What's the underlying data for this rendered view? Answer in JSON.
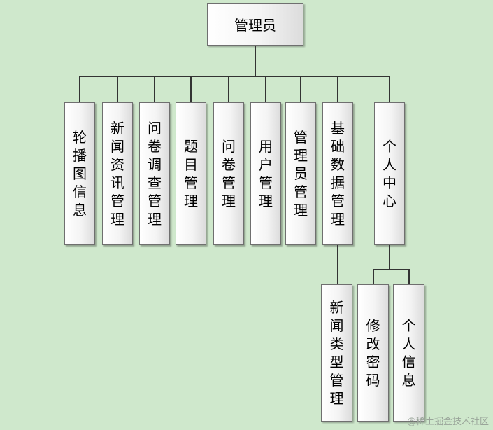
{
  "root": {
    "label": "管理员"
  },
  "modules": [
    {
      "id": "carousel",
      "label": "轮播图信息"
    },
    {
      "id": "news",
      "label": "新闻资讯管理"
    },
    {
      "id": "survey",
      "label": "问卷调查管理"
    },
    {
      "id": "question",
      "label": "题目管理"
    },
    {
      "id": "questionnaire",
      "label": "问卷管理"
    },
    {
      "id": "user",
      "label": "用户管理"
    },
    {
      "id": "admin",
      "label": "管理员管理"
    },
    {
      "id": "basedata",
      "label": "基础数据管理"
    },
    {
      "id": "personal",
      "label": "个人中心"
    }
  ],
  "sub_modules": [
    {
      "id": "newstype",
      "parent": "basedata",
      "label": "新闻类型管理"
    },
    {
      "id": "password",
      "parent": "personal",
      "label": "修改密码"
    },
    {
      "id": "profile",
      "parent": "personal",
      "label": "个人信息"
    }
  ],
  "watermark": "@稀土掘金技术社区"
}
